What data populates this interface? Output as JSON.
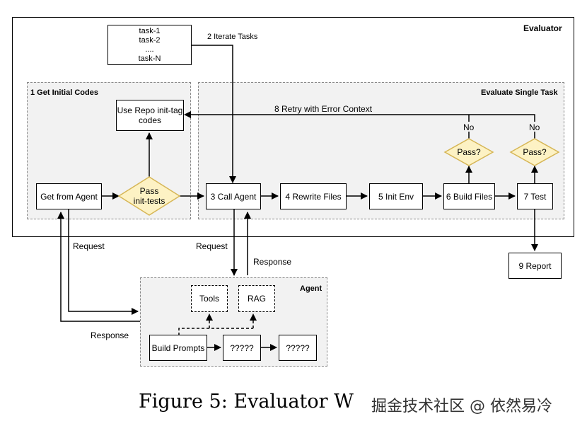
{
  "evaluator": {
    "title": "Evaluator"
  },
  "tasks_box": {
    "lines": "task-1\ntask-2\n....\ntask-N"
  },
  "iterate_tasks": "2 Iterate Tasks",
  "initial_codes": {
    "title": "1 Get Initial Codes",
    "use_repo": "Use Repo init-tag\ncodes",
    "get_from_agent": "Get from Agent",
    "pass_init_tests": "Pass\ninit-tests"
  },
  "evaluate_single": {
    "title": "Evaluate Single Task",
    "retry": "8 Retry with Error Context",
    "call_agent": "3 Call Agent",
    "rewrite_files": "4 Rewrite Files",
    "init_env": "5 Init Env",
    "build_files": "6 Build Files",
    "test": "7 Test",
    "pass_build": "Pass?",
    "pass_test": "Pass?",
    "no_build": "No",
    "no_test": "No"
  },
  "report": "9 Report",
  "flows": {
    "request_left": "Request",
    "response_left": "Response",
    "request_center": "Request",
    "response_center": "Response"
  },
  "agent": {
    "title": "Agent",
    "tools": "Tools",
    "rag": "RAG",
    "build_prompts": "Build Prompts",
    "step2": "?????",
    "step3": "?????"
  },
  "caption": "Figure 5: Evaluator W",
  "watermark": "掘金技术社区 @ 依然易冷",
  "colors": {
    "region_fill": "#f2f2f2",
    "diamond_fill": "#fdf2c4",
    "diamond_stroke": "#d6b656"
  }
}
